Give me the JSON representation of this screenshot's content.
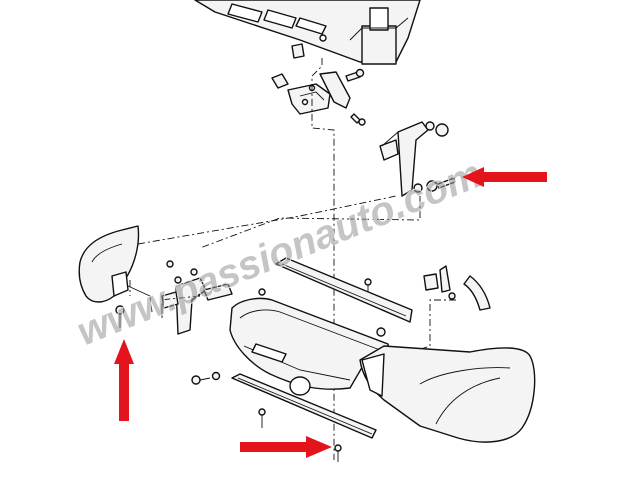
{
  "watermark": {
    "text": "www.passionauto.com",
    "color": "#8c8c8c"
  },
  "callouts": {
    "color": "#e3141b",
    "items": [
      {
        "name": "arrow-to-side-bracket-bolt",
        "direction": "left"
      },
      {
        "name": "arrow-to-end-cap-screw",
        "direction": "up"
      },
      {
        "name": "arrow-to-bottom-screw",
        "direction": "right"
      }
    ]
  },
  "parts": [
    "frame-crossmember",
    "center-mount-bracket",
    "right-side-bracket",
    "left-side-bracket",
    "left-bumper-end-cap",
    "center-bumper-cover",
    "upper-impact-strip",
    "lower-trim-strip",
    "right-bumper-end-cap",
    "right-end-bracket",
    "fasteners"
  ]
}
